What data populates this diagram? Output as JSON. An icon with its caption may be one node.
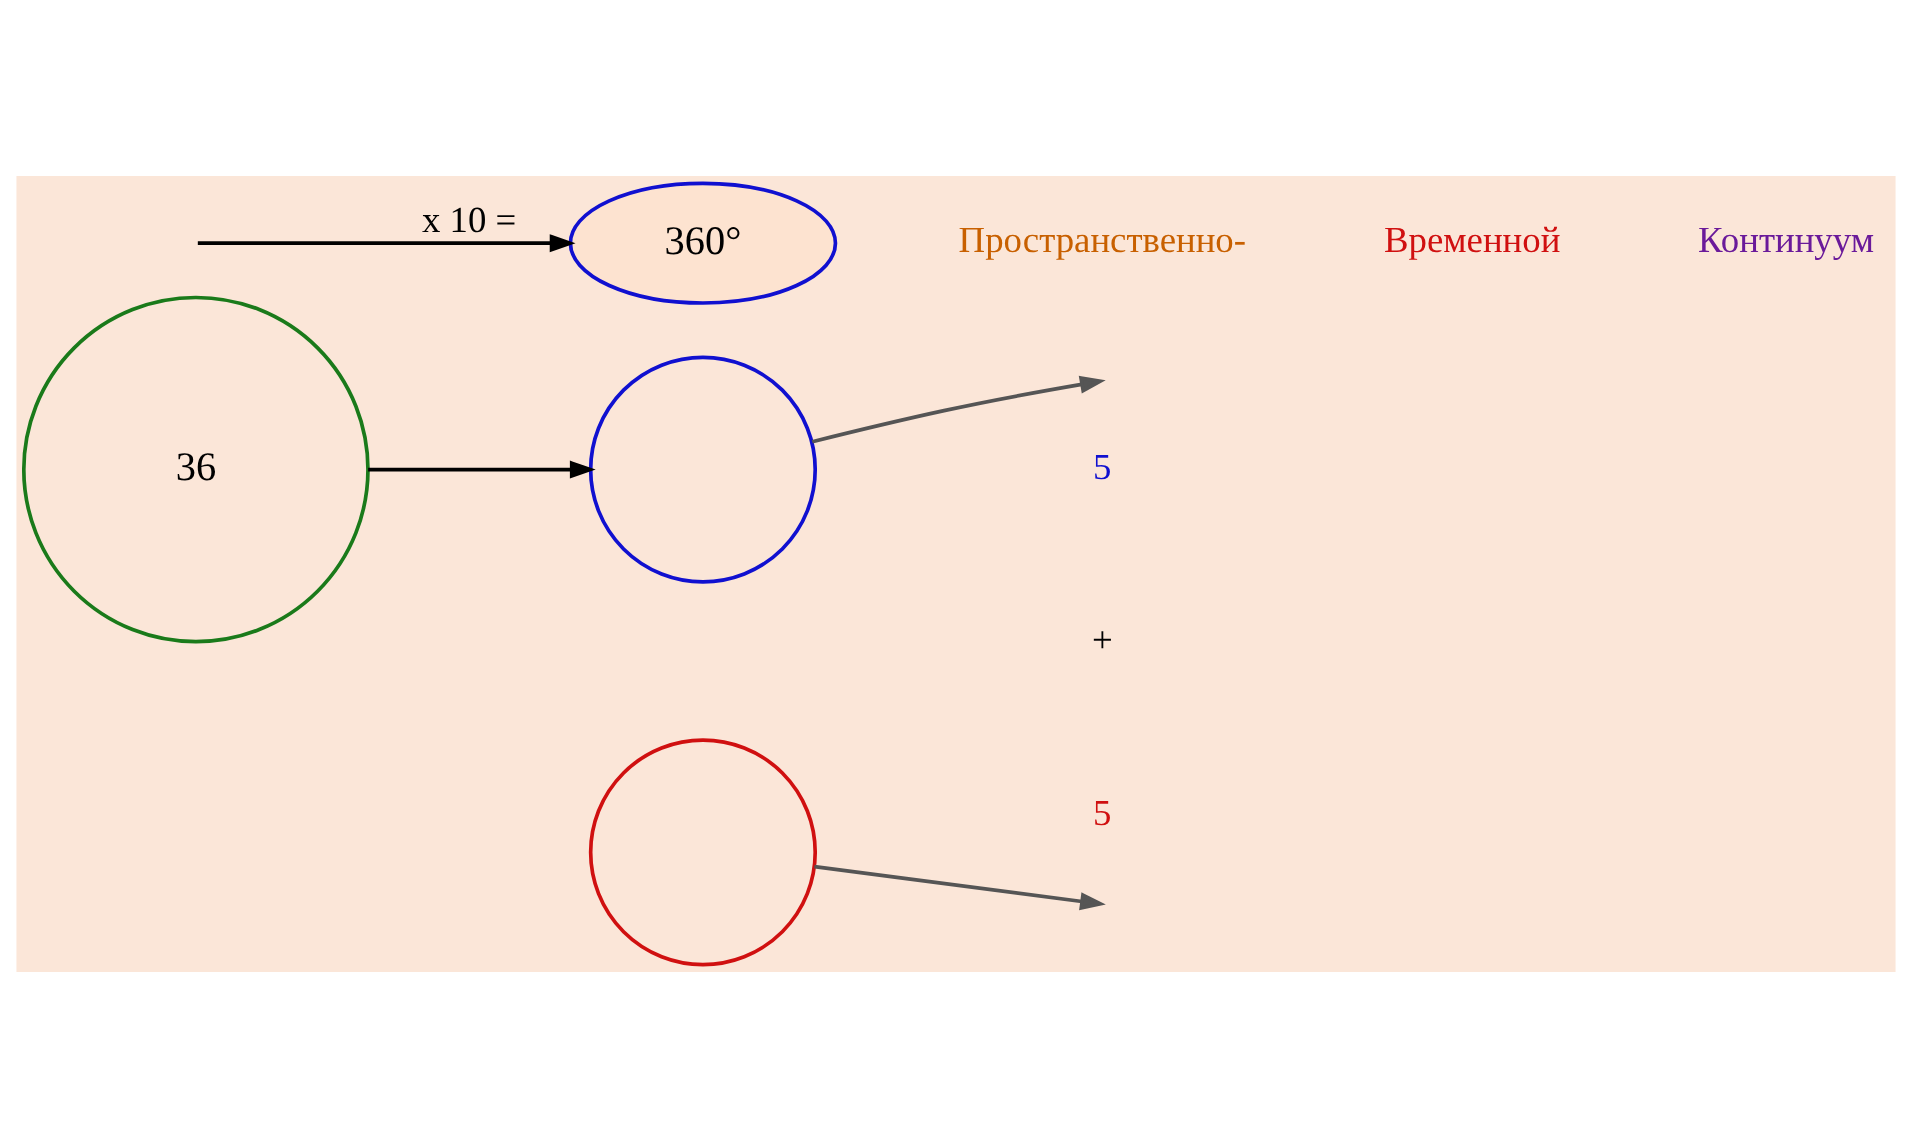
{
  "diagram": {
    "nodes": [
      {
        "text": [
          "36"
        ]
      },
      {
        "text": [],
        "shape": "circle"
      },
      {
        "text": [],
        "shape": "circle"
      },
      {
        "text": [
          "360°"
        ]
      }
    ],
    "edges": [
      {
        "from": 0,
        "to": 1,
        "arrow": "to"
      },
      {
        "from": 1,
        "to": null,
        "arrow": "to",
        "color": "#555555"
      },
      {
        "from": 2,
        "to": null,
        "arrow": "to",
        "color": "#555555"
      },
      {
        "from": null,
        "to": 3,
        "arrow": "to",
        "label": "x 10 ="
      }
    ],
    "labels": [
      "5",
      "+",
      "5",
      "Пространственно-",
      "Временной",
      "Континуум"
    ]
  }
}
